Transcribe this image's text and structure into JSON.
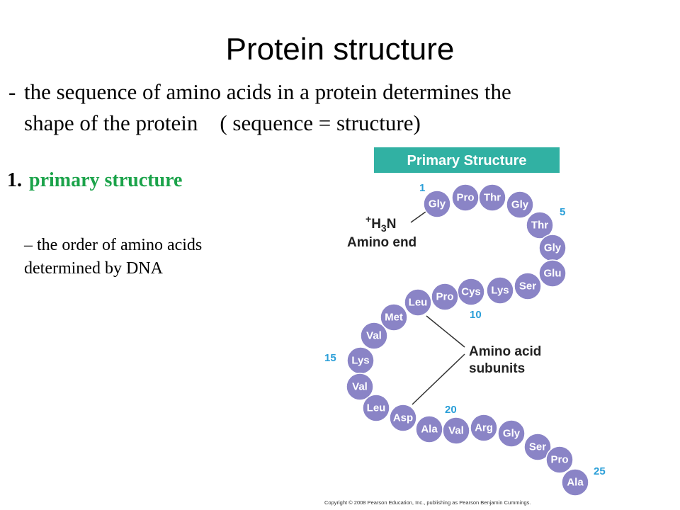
{
  "title": "Protein structure",
  "intro": {
    "dash": "-",
    "line1": "the sequence of amino acids in a protein determines the",
    "line2": "shape of the protein    ( sequence = structure)"
  },
  "section": {
    "number": "1.",
    "label": "primary structure"
  },
  "description": {
    "line1": "– the order of amino acids",
    "line2": "determined by DNA"
  },
  "figure": {
    "header": "Primary Structure",
    "amino_end": {
      "charge": "+",
      "formula_h": "H",
      "formula_sub": "3",
      "formula_n": "N",
      "label": "Amino end"
    },
    "subunits_label": {
      "line1": "Amino acid",
      "line2": "subunits"
    },
    "residues": [
      "Gly",
      "Pro",
      "Thr",
      "Gly",
      "Thr",
      "Gly",
      "Glu",
      "Ser",
      "Lys",
      "Cys",
      "Pro",
      "Leu",
      "Met",
      "Val",
      "Lys",
      "Val",
      "Leu",
      "Asp",
      "Ala",
      "Val",
      "Arg",
      "Gly",
      "Ser",
      "Pro",
      "Ala"
    ],
    "position_labels": [
      "1",
      "5",
      "10",
      "15",
      "20",
      "25"
    ],
    "colors": {
      "residue": "#8a84c6",
      "header": "#31b1a3",
      "number": "#2b9fd8",
      "section_label": "#1ba34a"
    },
    "copyright": "Copyright © 2008 Pearson Education, Inc., publishing as Pearson Benjamin Cummings."
  }
}
